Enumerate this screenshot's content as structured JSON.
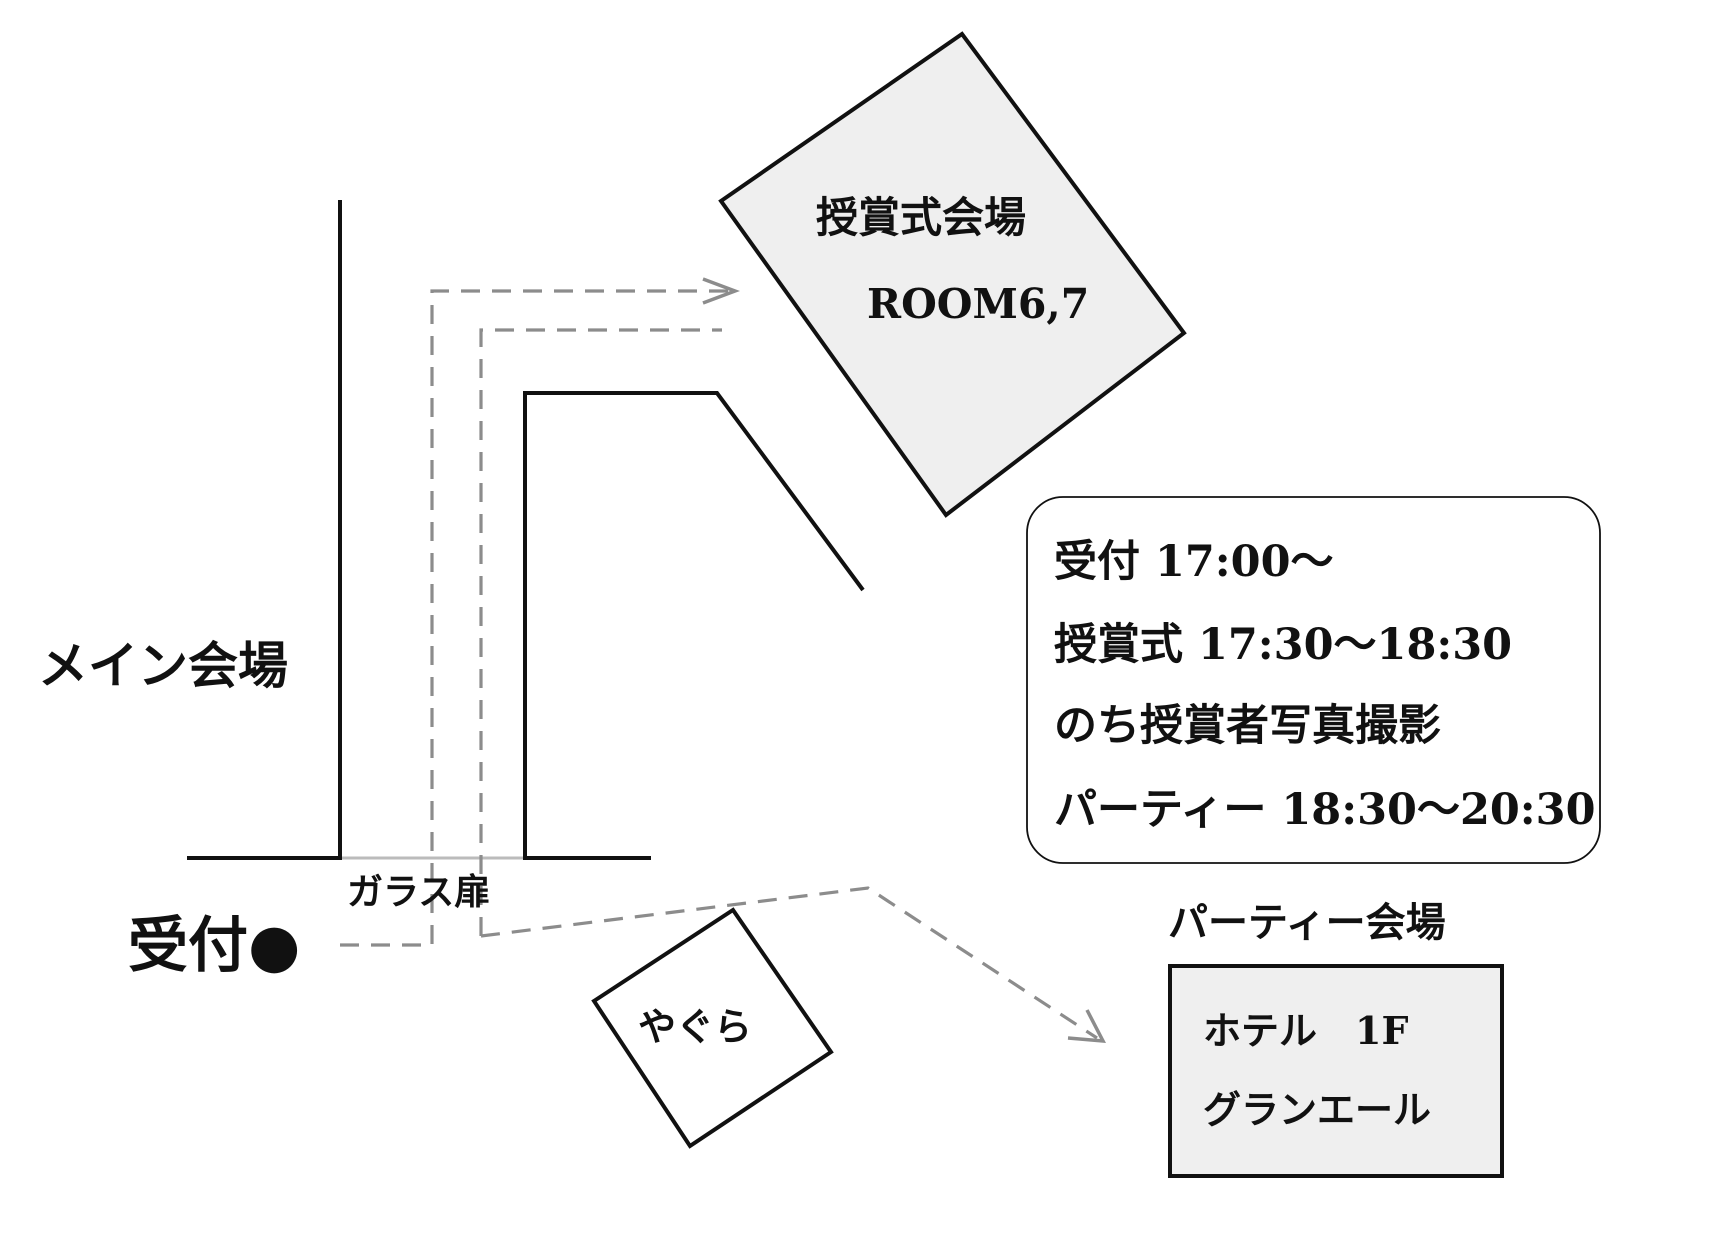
{
  "colors": {
    "wall": "#111111",
    "route": "#8c8c8c",
    "room_fill": "#efefef",
    "glass_door": "#bbbbbb",
    "background": "#ffffff"
  },
  "labels": {
    "main_hall": "メイン会場",
    "glass_door": "ガラス扉",
    "reception": "受付●",
    "yagura": "やぐら",
    "party_hall": "パーティー会場"
  },
  "award_room": {
    "name": "授賞式会場",
    "room": "ROOM6,7"
  },
  "schedule": [
    "受付 17:00〜",
    "授賞式 17:30〜18:30",
    "のち授賞者写真撮影",
    "パーティー 18:30〜20:30"
  ],
  "party_venue": {
    "line1": "ホテル　1F",
    "line2": "グランエール"
  }
}
